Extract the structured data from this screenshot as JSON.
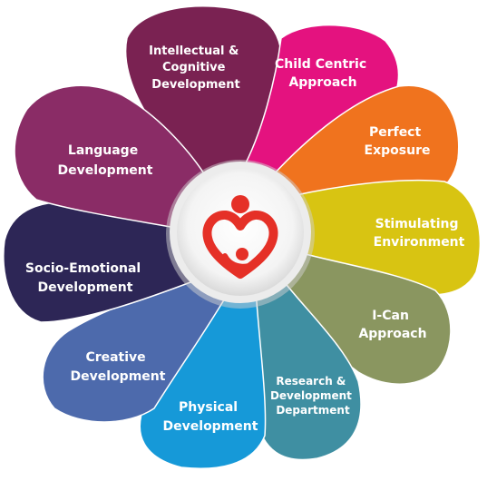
{
  "petals": [
    {
      "id": "intellectual",
      "lines": [
        "Intellectual &",
        "Cognitive",
        "Development"
      ],
      "color": "#7a2252"
    },
    {
      "id": "child-centric",
      "lines": [
        "Child Centric",
        "Approach"
      ],
      "color": "#e4127f"
    },
    {
      "id": "perfect-exposure",
      "lines": [
        "Perfect",
        "Exposure"
      ],
      "color": "#f0731e"
    },
    {
      "id": "stimulating",
      "lines": [
        "Stimulating",
        "Environment"
      ],
      "color": "#d8c412"
    },
    {
      "id": "i-can",
      "lines": [
        "I-Can",
        "Approach"
      ],
      "color": "#8a9660"
    },
    {
      "id": "research",
      "lines": [
        "Research &",
        "Development",
        "Department"
      ],
      "color": "#3f8fa2"
    },
    {
      "id": "physical",
      "lines": [
        "Physical",
        "Development"
      ],
      "color": "#1699d8"
    },
    {
      "id": "creative",
      "lines": [
        "Creative",
        "Development"
      ],
      "color": "#4d6aac"
    },
    {
      "id": "socio-emotional",
      "lines": [
        "Socio-Emotional",
        "Development"
      ],
      "color": "#2d2656"
    },
    {
      "id": "language",
      "lines": [
        "Language",
        "Development"
      ],
      "color": "#8a2c66"
    }
  ],
  "center": {
    "logo_icon": "heart-family-icon",
    "logo_color": "#e53027"
  }
}
